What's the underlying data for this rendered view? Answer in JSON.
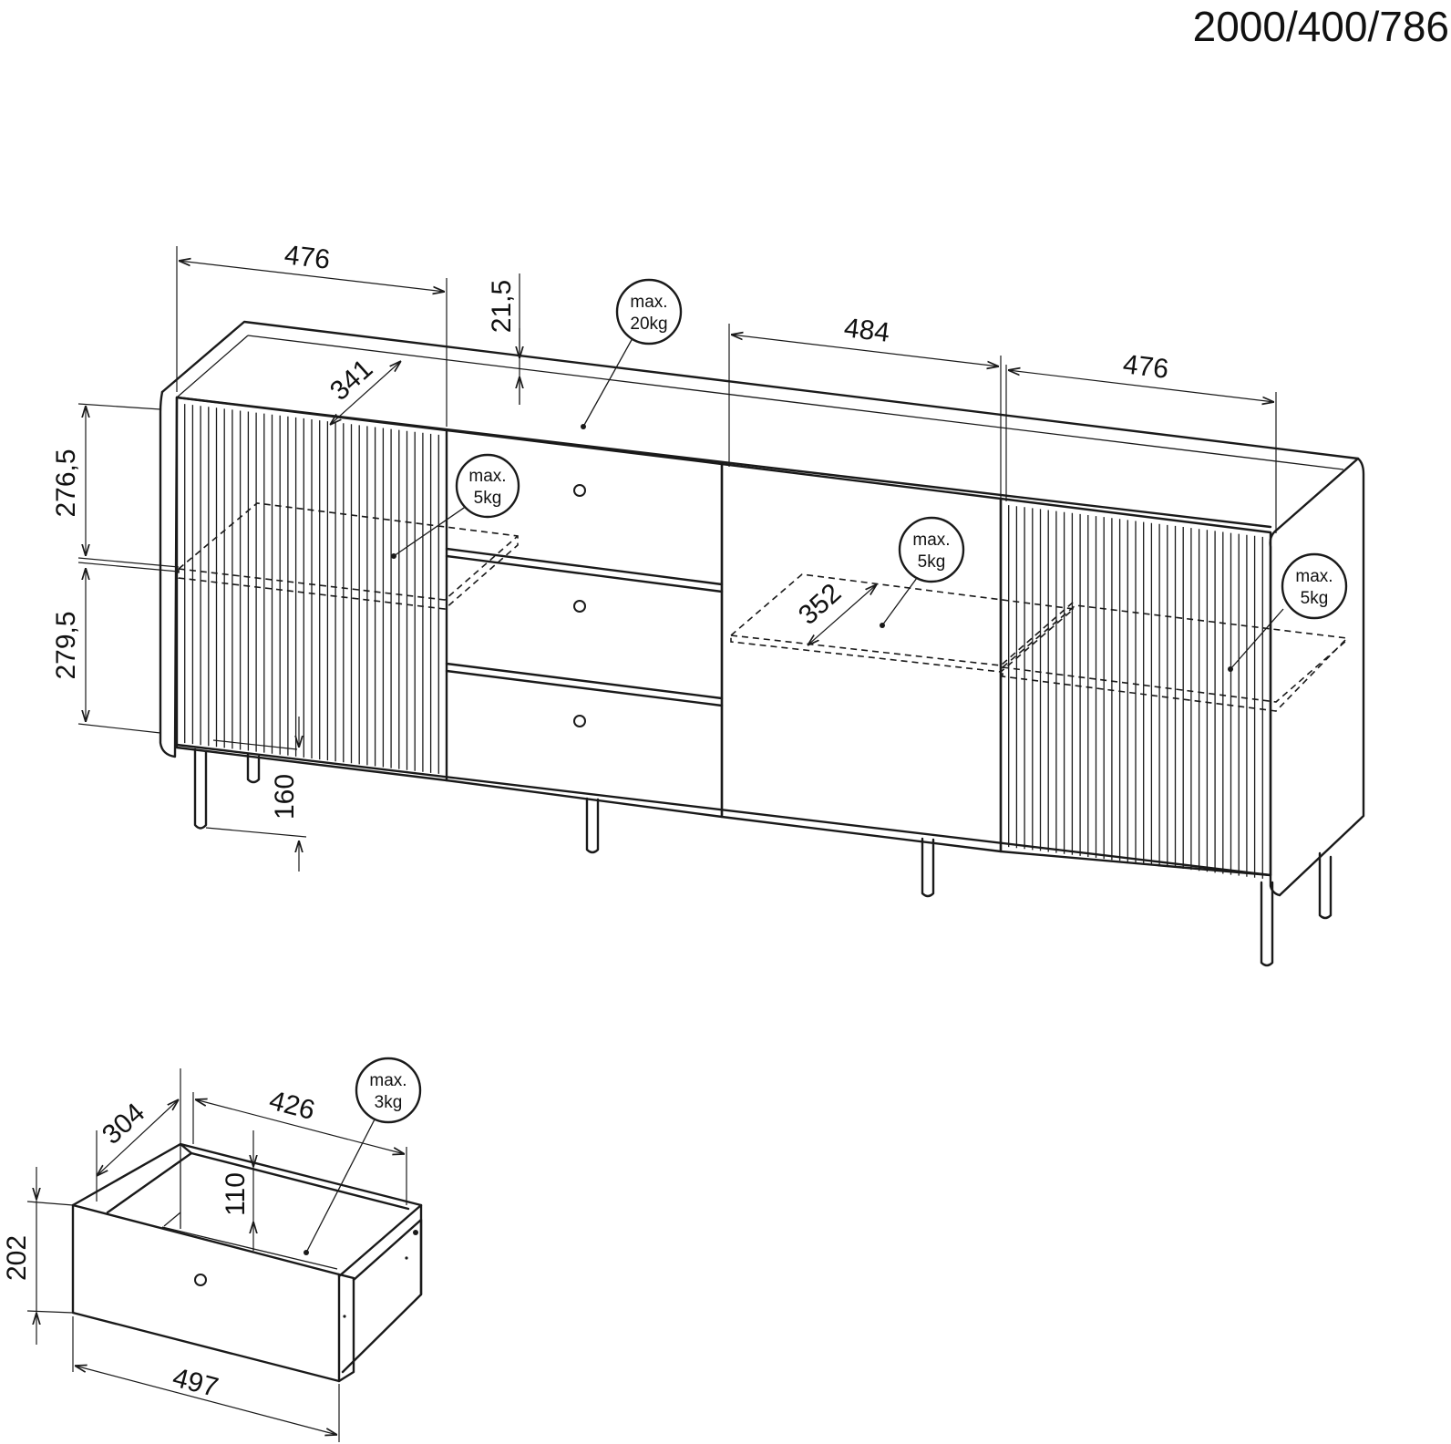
{
  "title": "2000/400/786",
  "dimensions": {
    "left_door_width": "476",
    "top_thickness": "21,5",
    "middle_door_width": "484",
    "right_door_width": "476",
    "shelf_depth_left": "341",
    "upper_compartment_height": "276,5",
    "lower_compartment_height": "279,5",
    "leg_height": "160",
    "shelf_depth_middle": "352"
  },
  "drawer_dimensions": {
    "depth": "304",
    "inner_width": "426",
    "inner_height": "110",
    "front_height": "202",
    "front_width": "497"
  },
  "load_badges": {
    "top": {
      "line1": "max.",
      "line2": "20kg"
    },
    "left_shelf": {
      "line1": "max.",
      "line2": "5kg"
    },
    "middle_shelf": {
      "line1": "max.",
      "line2": "5kg"
    },
    "right_shelf": {
      "line1": "max.",
      "line2": "5kg"
    },
    "drawer": {
      "line1": "max.",
      "line2": "3kg"
    }
  }
}
